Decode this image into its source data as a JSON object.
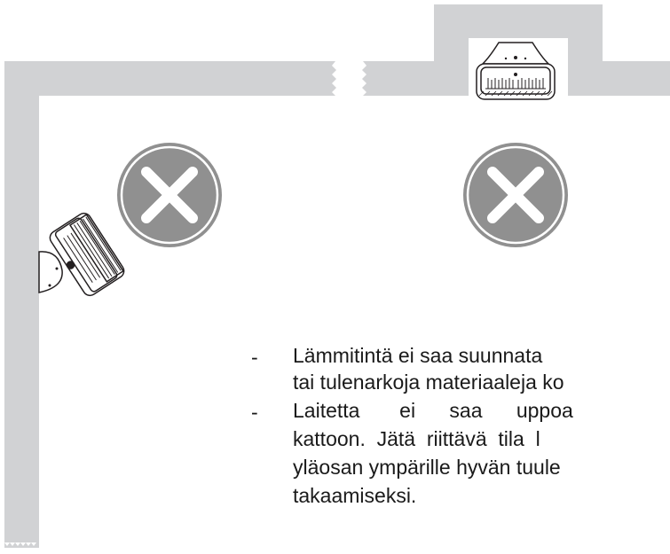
{
  "colors": {
    "wall": "#d1d2d4",
    "cross_circle": "#909090",
    "heater_outline": "#231f20",
    "text": "#1a1a1a"
  },
  "icons": [
    "wall-mounted-heater-icon",
    "ceiling-mounted-heater-icon",
    "prohibited-cross-icon"
  ],
  "instructions": {
    "bullet_1": {
      "dash": "-",
      "line_1": "Lämmitintä ei saa suunnata",
      "line_2": "tai tulenarkoja materiaaleja ko"
    },
    "bullet_2": {
      "dash": "-",
      "line_1": "Laitetta       ei      saa      uppoa",
      "line_2": "kattoon.  Jätä  riittävä  tila  l",
      "line_3": "yläosan ympärille hyvän tuule",
      "line_4": "takaamiseksi."
    }
  }
}
